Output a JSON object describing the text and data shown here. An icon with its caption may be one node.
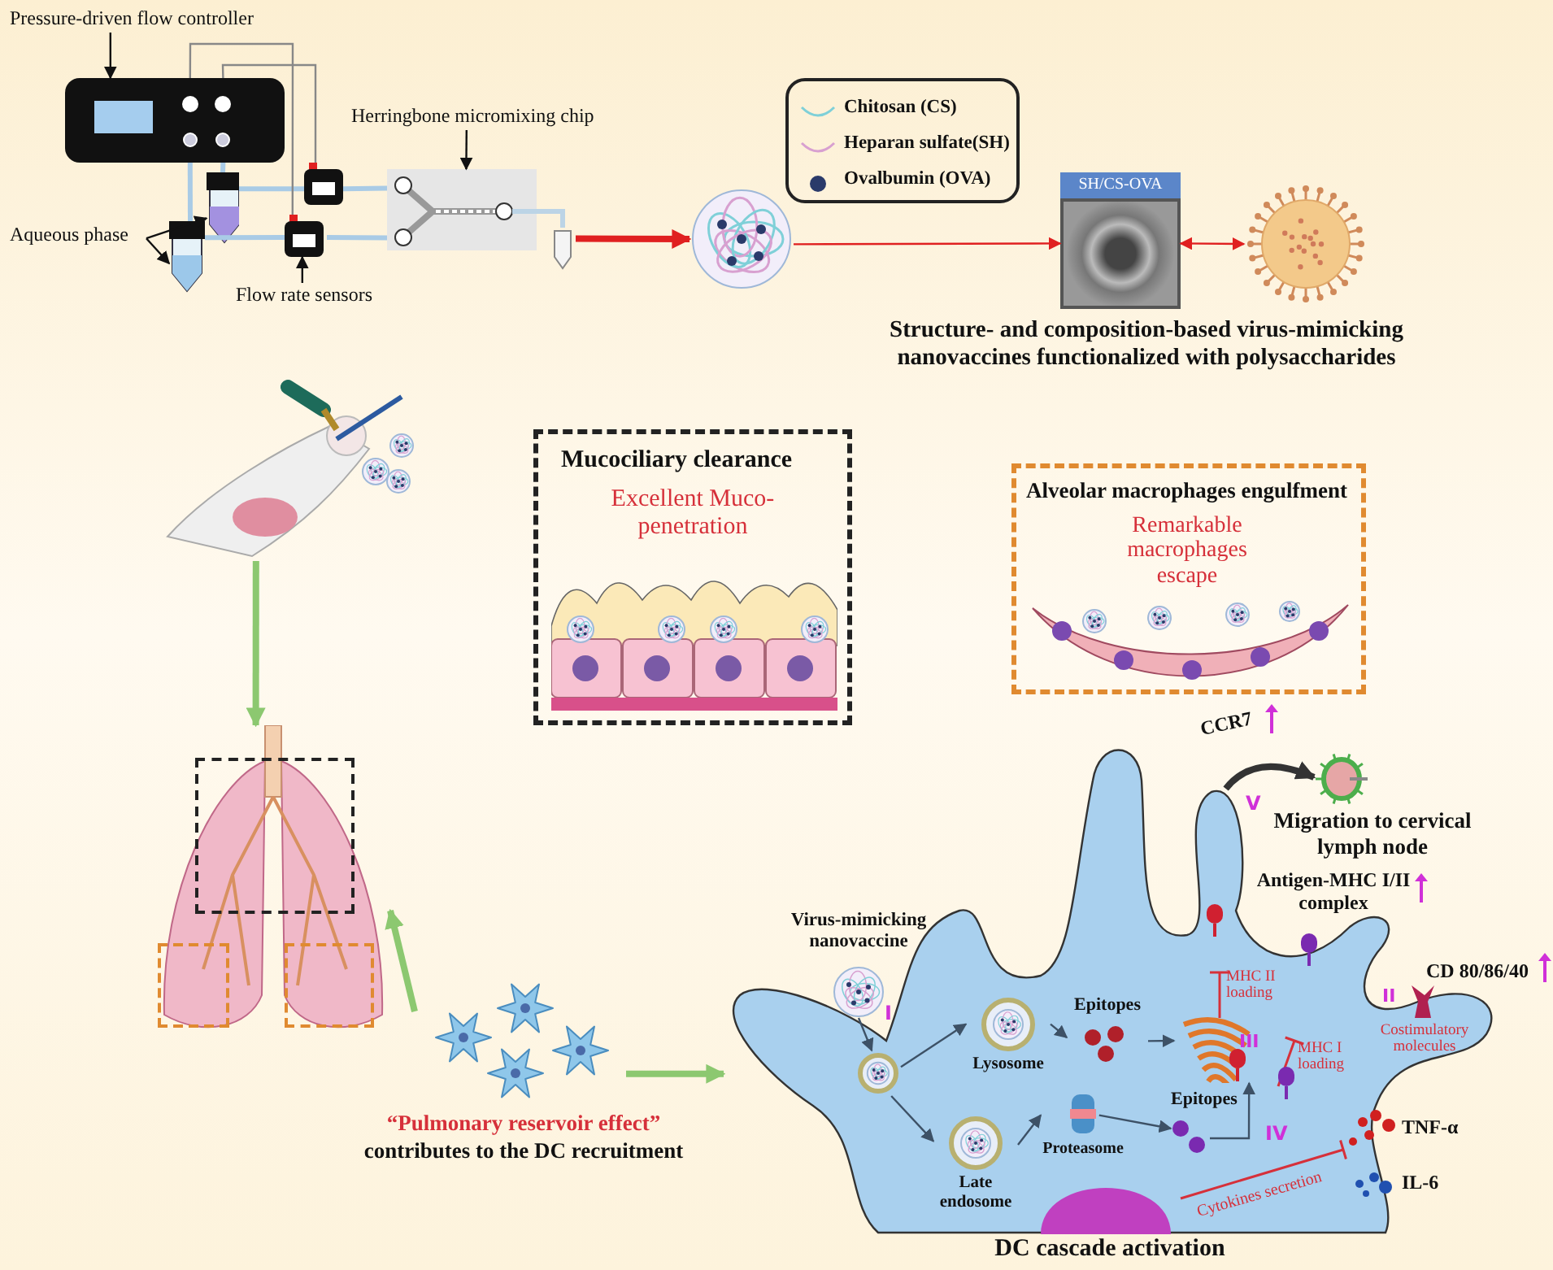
{
  "diagram": {
    "nodes": [
      {
        "text": [
          "Pressure-driven flow controller"
        ]
      },
      {
        "text": [],
        "shape": "box"
      },
      {
        "text": [
          "Aqueous phase"
        ]
      },
      {
        "text": [],
        "shape": "picture"
      },
      {
        "text": [],
        "shape": "picture"
      },
      {
        "text": [
          "Flow rate sensors"
        ]
      },
      {
        "text": [],
        "shape": "box"
      },
      {
        "text": [],
        "shape": "box"
      },
      {
        "text": [
          "Herringbone micromixing chip"
        ]
      },
      {
        "text": [],
        "shape": "box"
      },
      {
        "text": [],
        "shape": "picture"
      },
      {
        "text": [
          "SH/CS-OVA"
        ]
      },
      {
        "text": [],
        "shape": "picture"
      },
      {
        "text": [],
        "shape": "picture"
      },
      {
        "text": [
          "Mucociliary clearance",
          "Excellent Muco-penetration"
        ]
      },
      {
        "text": [
          "Alveolar macrophages engulfment",
          "Remarkable macrophages escape"
        ]
      },
      {
        "text": [],
        "shape": "picture"
      },
      {
        "text": [],
        "shape": "box",
        "in": 16
      },
      {
        "text": [],
        "shape": "box",
        "in": 16
      },
      {
        "text": [],
        "shape": "box",
        "in": 16
      },
      {
        "text": [],
        "shape": "picture",
        "beside": [
          "“Pulmonary reservoir effect”",
          "contributes to the DC recruitment"
        ]
      },
      {
        "text": [
          "DC cascade activation"
        ]
      },
      {
        "text": [
          "Virus-mimicking nanovaccine"
        ],
        "in": 21
      },
      {
        "text": [],
        "shape": "circle",
        "in": 21
      },
      {
        "text": [
          "Lysosome"
        ],
        "in": 21
      },
      {
        "text": [
          "Late endosome"
        ],
        "in": 21
      },
      {
        "text": [
          "Epitopes"
        ],
        "in": 21
      },
      {
        "text": [
          "Proteasome"
        ],
        "in": 21
      },
      {
        "text": [
          "Epitopes"
        ],
        "in": 21
      },
      {
        "text": [],
        "shape": "picture",
        "in": 21
      },
      {
        "text": [],
        "shape": "picture",
        "beside": [
          "Migration to cervical lymph node"
        ]
      }
    ],
    "edges": [
      {
        "from": 0,
        "to": 1,
        "arrow": "to"
      },
      {
        "from": 2,
        "to": 3,
        "arrow": "to"
      },
      {
        "from": 2,
        "to": 4,
        "arrow": "to"
      },
      {
        "from": 5,
        "to": 7,
        "arrow": "to"
      },
      {
        "from": 8,
        "to": 9,
        "arrow": "to"
      },
      {
        "from": 1,
        "to": 3,
        "arrow": "none",
        "color": "#a9cbe6",
        "style": "thick"
      },
      {
        "from": 1,
        "to": 4,
        "arrow": "none",
        "color": "#a9cbe6",
        "style": "thick"
      },
      {
        "from": 4,
        "to": 6,
        "arrow": "none",
        "color": "#a9cbe6",
        "style": "thick"
      },
      {
        "from": 3,
        "to": 7,
        "arrow": "none",
        "color": "#a9cbe6",
        "style": "thick"
      },
      {
        "from": 6,
        "to": 9,
        "arrow": "none",
        "color": "#a9cbe6",
        "style": "thick"
      },
      {
        "from": 7,
        "to": 9,
        "arrow": "none",
        "color": "#a9cbe6",
        "style": "thick"
      },
      {
        "from": 1,
        "to": 7,
        "arrow": "none",
        "color": "#888888"
      },
      {
        "from": 1,
        "to": 6,
        "arrow": "none",
        "color": "#888888"
      },
      {
        "from": 9,
        "to": 10,
        "arrow": "to",
        "color": "#e02020",
        "style": "thick"
      },
      {
        "from": 10,
        "to": 11,
        "arrow": "to",
        "color": "#e02020"
      },
      {
        "from": 11,
        "to": 12,
        "arrow": "both",
        "color": "#e02020"
      },
      {
        "from": 13,
        "to": 16,
        "arrow": "to",
        "color": "#8cc870",
        "style": "thick"
      },
      {
        "from": 20,
        "to": 16,
        "arrow": "to",
        "color": "#8cc870",
        "style": "thick"
      },
      {
        "from": 20,
        "to": 21,
        "arrow": "to",
        "color": "#8cc870",
        "style": "thick"
      },
      {
        "from": 21,
        "to": 30,
        "arrow": "to",
        "label": "CCR7",
        "color": "#333333",
        "style": "thick"
      },
      {
        "from": 22,
        "to": 23,
        "arrow": "to",
        "color": "#3d5166"
      },
      {
        "from": 23,
        "to": 24,
        "arrow": "to",
        "color": "#3d5166"
      },
      {
        "from": 23,
        "to": 25,
        "arrow": "to",
        "color": "#3d5166"
      },
      {
        "from": 24,
        "to": 26,
        "arrow": "to",
        "color": "#3d5166"
      },
      {
        "from": 26,
        "to": 29,
        "arrow": "to",
        "color": "#3d5166"
      },
      {
        "from": 25,
        "to": 27,
        "arrow": "to",
        "color": "#3d5166"
      },
      {
        "from": 27,
        "to": 28,
        "arrow": "to",
        "color": "#3d5166"
      },
      {
        "from": 28,
        "to": 29,
        "arrow": "to",
        "color": "#3d5166"
      }
    ],
    "labels": [
      "Structure- and composition-based virus-mimicking nanovaccines functionalized with polysaccharides",
      "V",
      "Antigen-MHC I/II complex",
      "CD 80/86/40",
      "MHC II loading",
      "II",
      "I",
      "III",
      "MHC I loading",
      "Costimulatory molecules",
      "TNF-α",
      "IV",
      "IL-6",
      "Cytokines secretion"
    ],
    "legend": [
      {
        "text": "Chitosan (CS)"
      },
      {
        "text": "Heparan sulfate(SH)"
      },
      {
        "text": "Ovalbumin (OVA)"
      }
    ]
  }
}
